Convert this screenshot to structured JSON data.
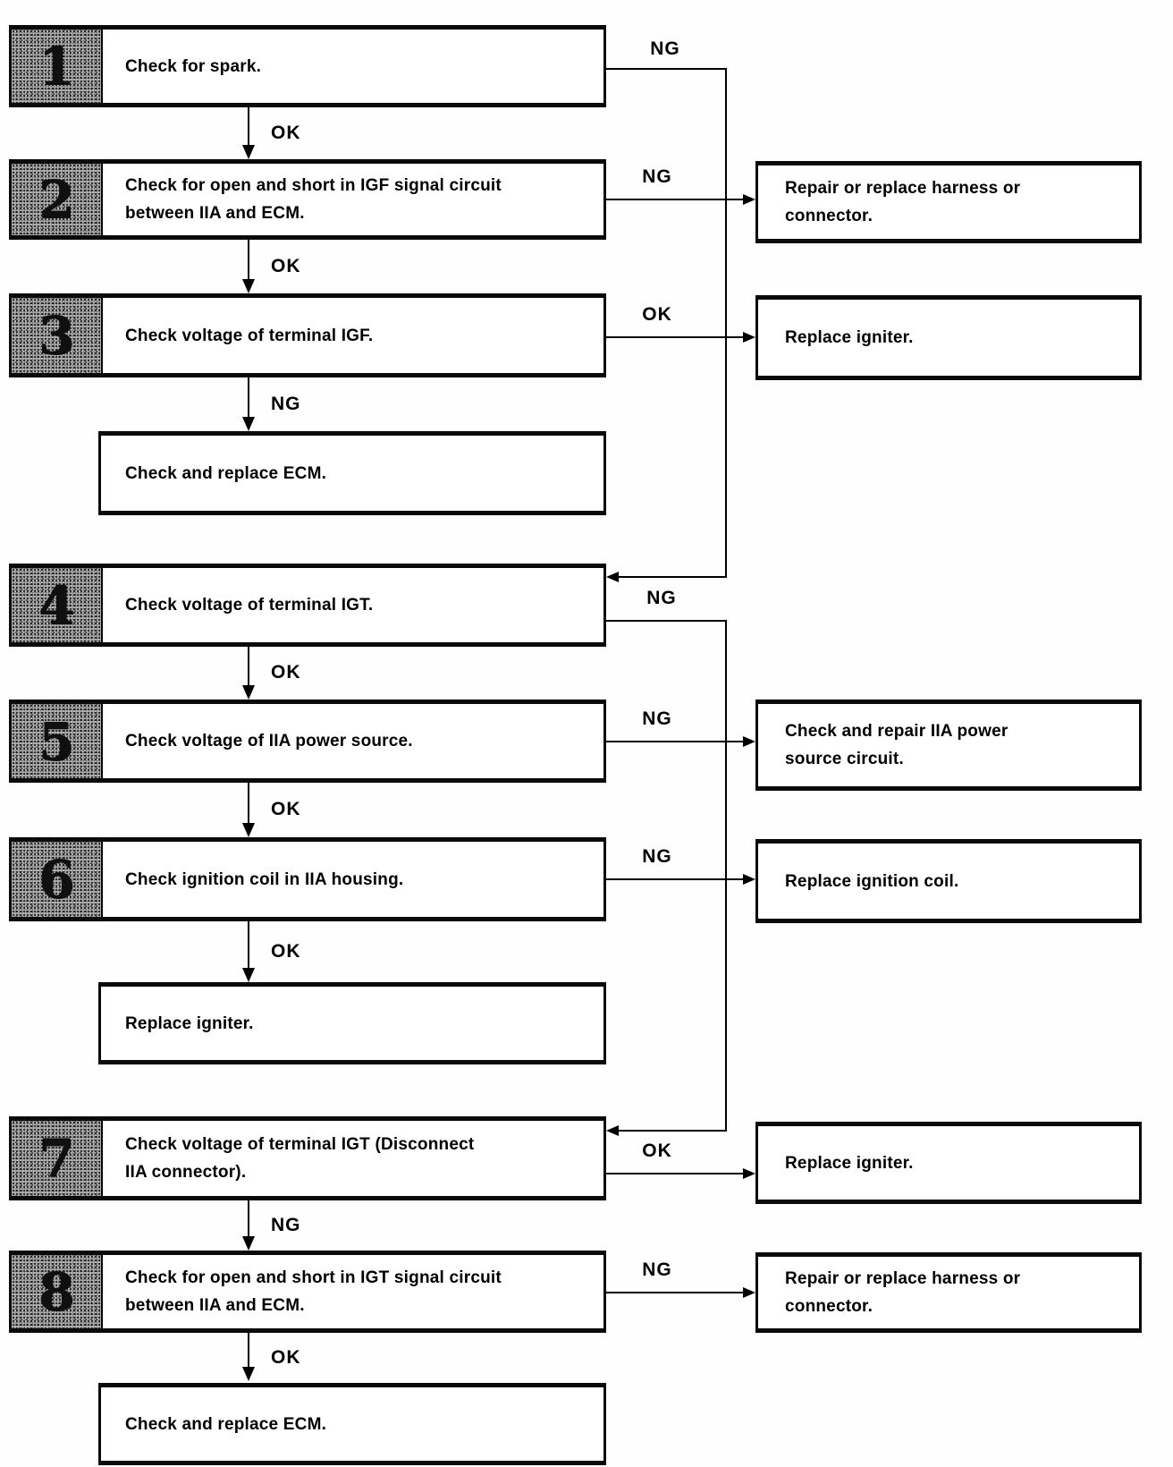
{
  "nodes": {
    "step1": {
      "num": "1",
      "text": "Check for spark."
    },
    "step2": {
      "num": "2",
      "text": "Check for open and short in IGF signal circuit\nbetween IIA and ECM."
    },
    "step3": {
      "num": "3",
      "text": "Check voltage of terminal IGF."
    },
    "step4": {
      "num": "4",
      "text": "Check voltage of terminal IGT."
    },
    "step5": {
      "num": "5",
      "text": "Check voltage of IIA power source."
    },
    "step6": {
      "num": "6",
      "text": "Check ignition coil in IIA housing."
    },
    "step7": {
      "num": "7",
      "text": "Check voltage of terminal IGT (Disconnect\nIIA connector)."
    },
    "step8": {
      "num": "8",
      "text": "Check for open and short in IGT signal circuit\nbetween IIA and ECM."
    },
    "ecm_after_3": {
      "text": "Check and replace ECM."
    },
    "igniter_after_6": {
      "text": "Replace igniter."
    },
    "ecm_after_8": {
      "text": "Check and replace ECM."
    },
    "harness_from_2": {
      "text": "Repair or replace harness or\nconnector."
    },
    "igniter_from_3": {
      "text": "Replace igniter."
    },
    "power_from_5": {
      "text": "Check and repair IIA power\nsource circuit."
    },
    "coil_from_6": {
      "text": "Replace ignition coil."
    },
    "igniter_from_7": {
      "text": "Replace igniter."
    },
    "harness_from_8": {
      "text": "Repair or replace harness or\nconnector."
    }
  },
  "edges": {
    "e1_ng": {
      "from": "step1",
      "to": "step4",
      "label": "NG"
    },
    "e1_ok": {
      "from": "step1",
      "to": "step2",
      "label": "OK"
    },
    "e2_ng": {
      "from": "step2",
      "to": "harness_from_2",
      "label": "NG"
    },
    "e2_ok": {
      "from": "step2",
      "to": "step3",
      "label": "OK"
    },
    "e3_ok": {
      "from": "step3",
      "to": "igniter_from_3",
      "label": "OK"
    },
    "e3_ng": {
      "from": "step3",
      "to": "ecm_after_3",
      "label": "NG"
    },
    "e4_ng": {
      "from": "step4",
      "to": "step7",
      "label": "NG"
    },
    "e4_ok": {
      "from": "step4",
      "to": "step5",
      "label": "OK"
    },
    "e5_ng": {
      "from": "step5",
      "to": "power_from_5",
      "label": "NG"
    },
    "e5_ok": {
      "from": "step5",
      "to": "step6",
      "label": "OK"
    },
    "e6_ng": {
      "from": "step6",
      "to": "coil_from_6",
      "label": "NG"
    },
    "e6_ok": {
      "from": "step6",
      "to": "igniter_after_6",
      "label": "OK"
    },
    "e7_ok": {
      "from": "step7",
      "to": "igniter_from_7",
      "label": "OK"
    },
    "e7_ng": {
      "from": "step7",
      "to": "step8",
      "label": "NG"
    },
    "e8_ng": {
      "from": "step8",
      "to": "harness_from_8",
      "label": "NG"
    },
    "e8_ok": {
      "from": "step8",
      "to": "ecm_after_8",
      "label": "OK"
    }
  },
  "colors": {
    "line": "#000000",
    "box_border": "#0a0a0a",
    "number_block_bg": "#c2c2c2",
    "background": "#ffffff"
  }
}
